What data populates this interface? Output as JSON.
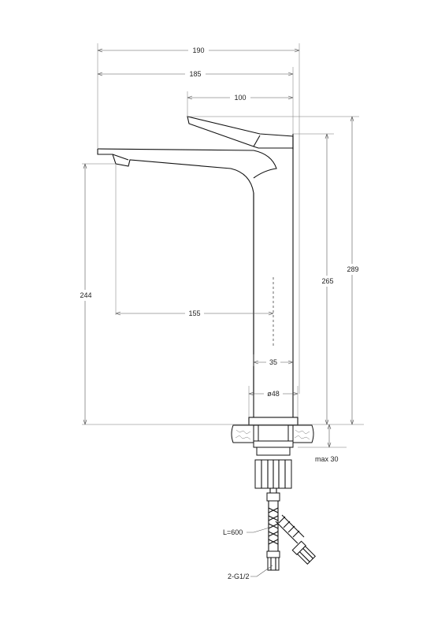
{
  "dimensions": {
    "d190": "190",
    "d185": "185",
    "d100": "100",
    "d289": "289",
    "d265": "265",
    "d244": "244",
    "d155": "155",
    "d35": "35",
    "d48": "ø48",
    "max30": "max 30"
  },
  "callouts": {
    "hose_length": "L=600",
    "thread": "2-G1/2"
  },
  "colors": {
    "line": "#111111",
    "dimension": "#555555"
  }
}
